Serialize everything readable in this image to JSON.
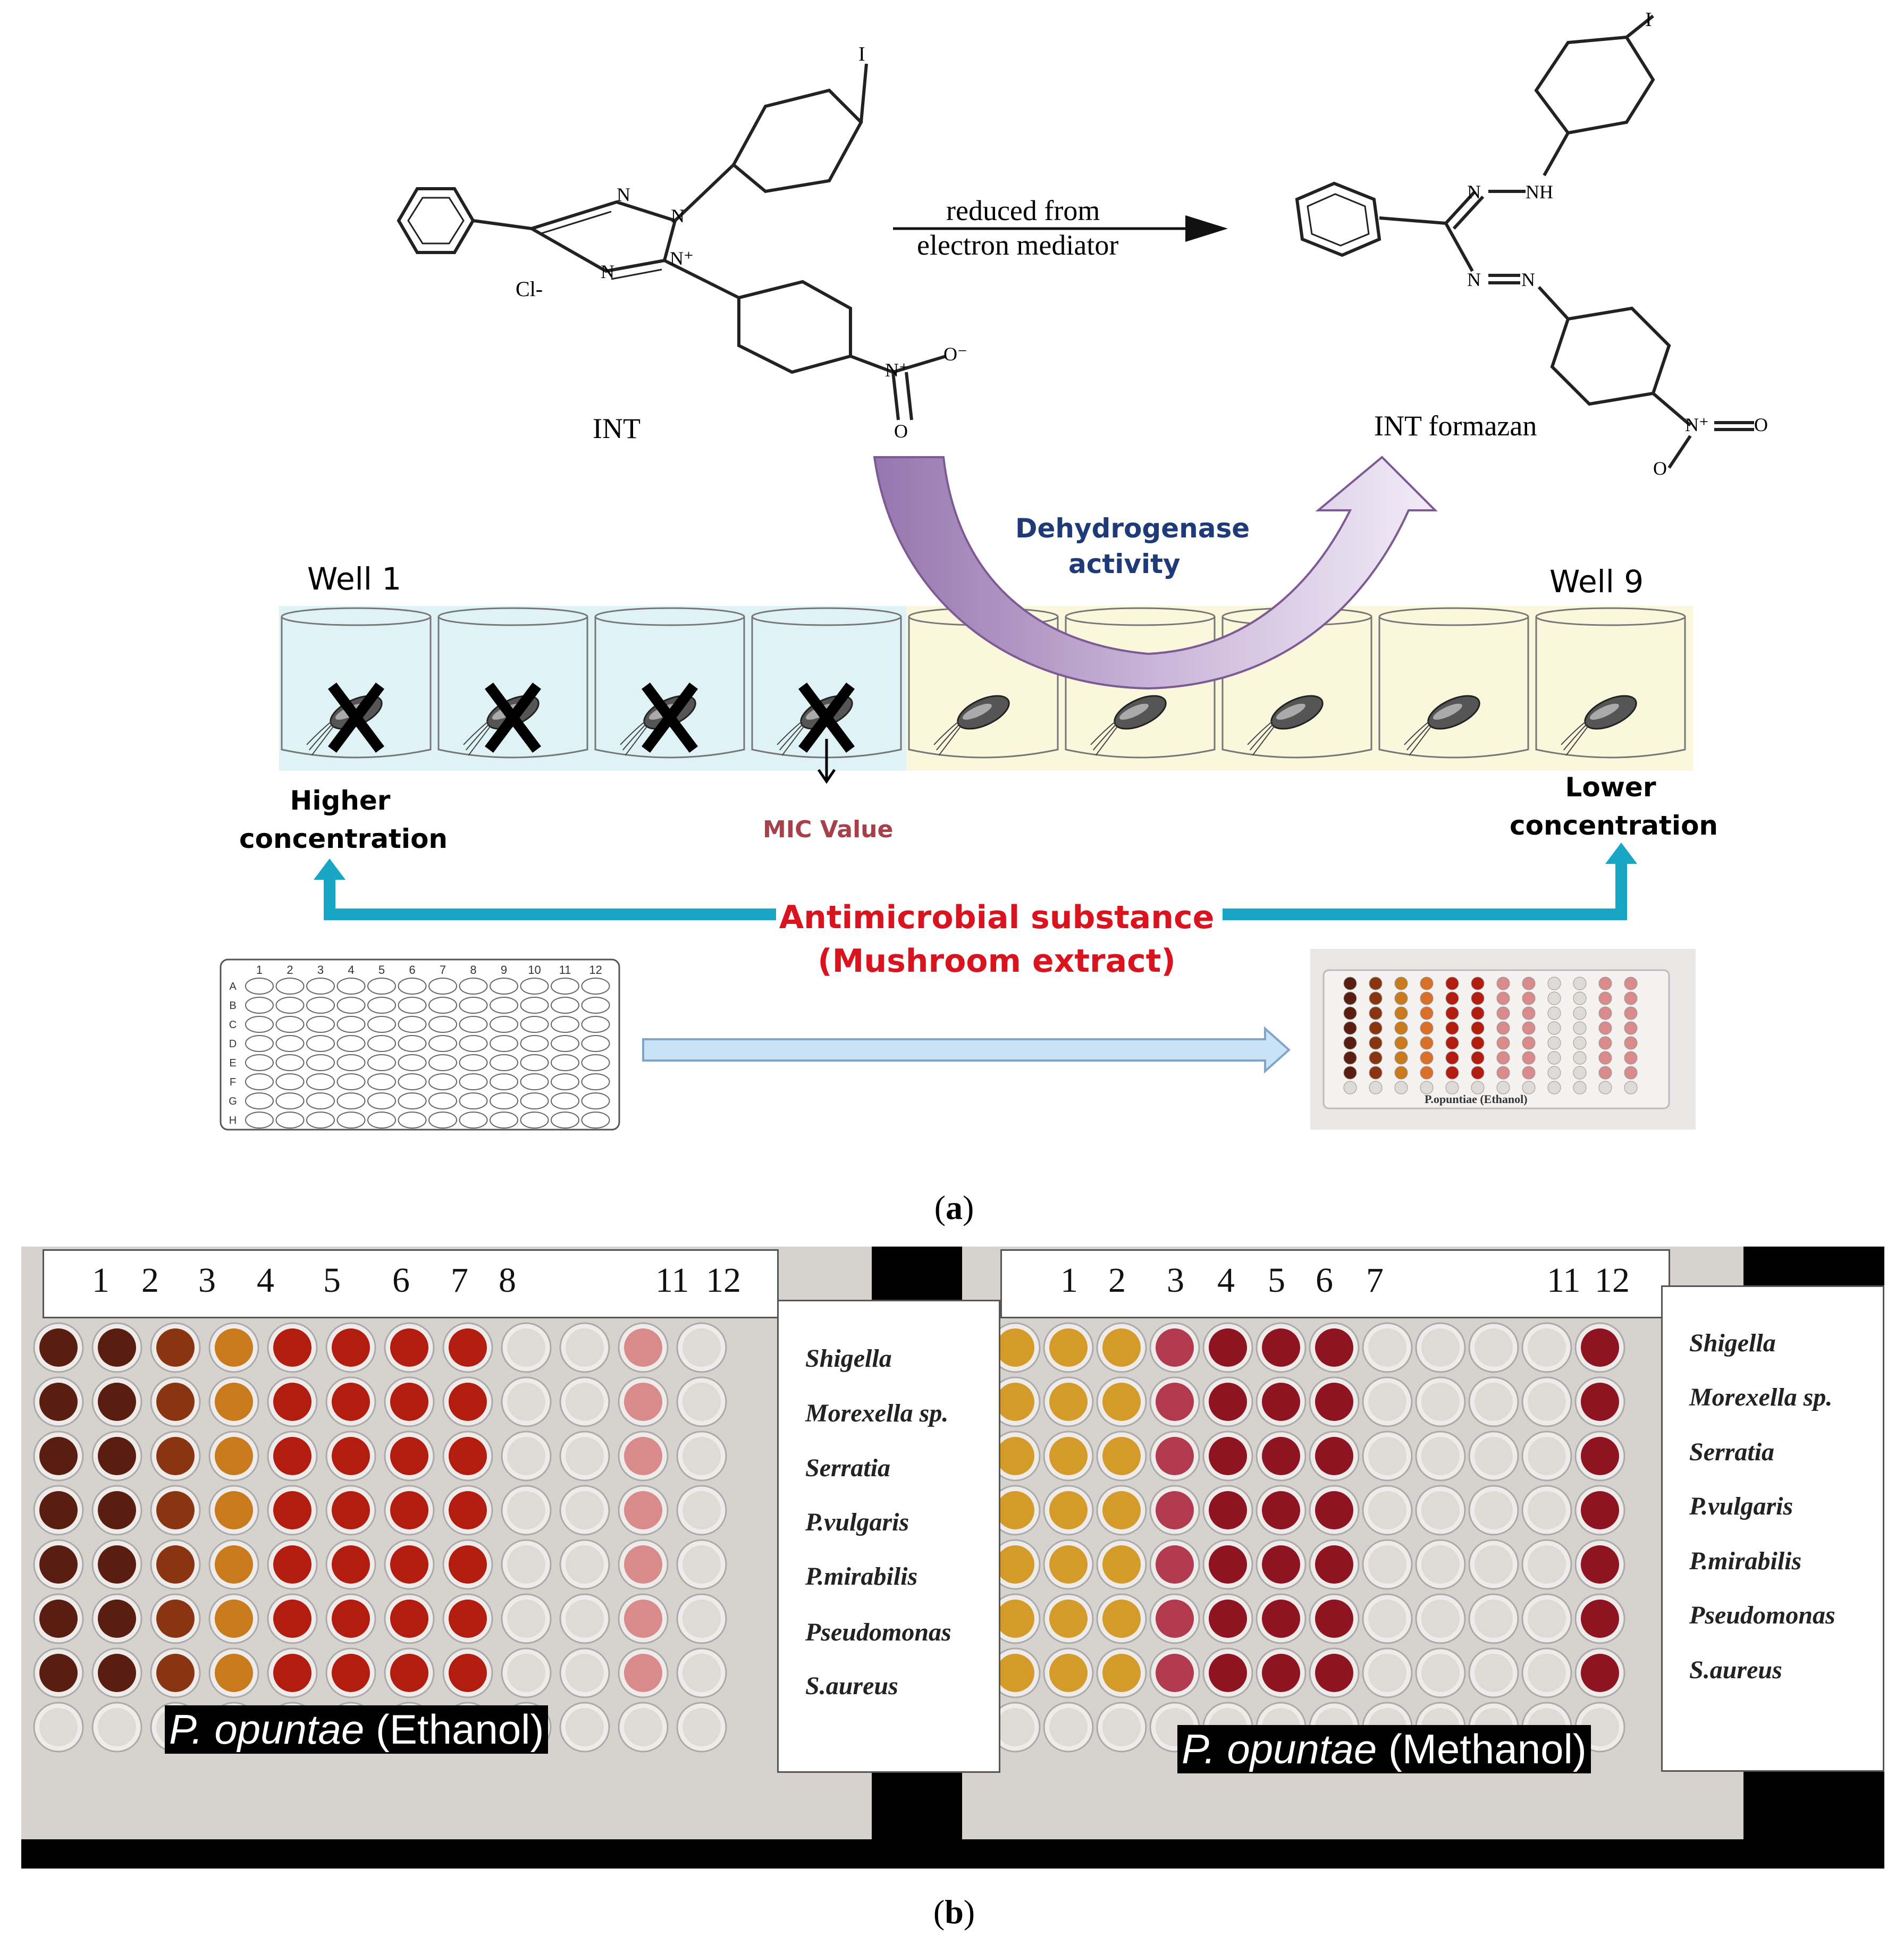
{
  "reaction": {
    "reactant_label": "INT",
    "product_label": "INT formazan",
    "arrow_text_line1": "reduced from",
    "arrow_text_line2": "electron mediator",
    "counter_ion": "Cl-",
    "enzyme_line1": "Dehydrogenase",
    "enzyme_line2": "activity",
    "atoms": {
      "I": "I",
      "N": "N",
      "N_plus": "N⁺",
      "NH": "NH",
      "O": "O",
      "O_minus": "O⁻"
    }
  },
  "wells": {
    "first_label": "Well 1",
    "last_label": "Well 9",
    "higher_line1": "Higher",
    "higher_line2": "concentration",
    "lower_line1": "Lower",
    "lower_line2": "concentration",
    "mic_label": "MIC Value",
    "substance_line1": "Antimicrobial substance",
    "substance_line2": "(Mushroom extract)",
    "inhibited_count": 4,
    "total_count": 9
  },
  "plate_schematic": {
    "columns": [
      "1",
      "2",
      "3",
      "4",
      "5",
      "6",
      "7",
      "8",
      "9",
      "10",
      "11",
      "12"
    ],
    "rows": [
      "A",
      "B",
      "C",
      "D",
      "E",
      "F",
      "G",
      "H"
    ]
  },
  "photo_small": {
    "caption": "P.opuntiae (Ethanol)"
  },
  "captions": {
    "a": "(a)",
    "b": "(b)",
    "a_letter": "a",
    "b_letter": "b"
  },
  "panel_b": {
    "left": {
      "column_numbers": [
        "1",
        "2",
        "3",
        "4",
        "5",
        "6",
        "7",
        "8",
        "11",
        "12"
      ],
      "species_name": "P. opuntae",
      "solvent": " (Ethanol)",
      "organisms": [
        "Shigella",
        "Morexella sp.",
        "Serratia",
        "P.vulgaris",
        "P.mirabilis",
        "Pseudomonas",
        "S.aureus"
      ]
    },
    "right": {
      "column_numbers": [
        "1",
        "2",
        "3",
        "4",
        "5",
        "6",
        "7",
        "11",
        "12"
      ],
      "species_name": "P. opuntae",
      "solvent": " (Methanol)",
      "organisms": [
        "Shigella",
        "Morexella sp.",
        "Serratia",
        "P.vulgaris",
        "P.mirabilis",
        "Pseudomonas",
        "S.aureus"
      ]
    }
  },
  "colors": {
    "inhibited_bg": "#dff3f7",
    "growth_bg": "#fbf7dc",
    "mic_text": "#a6404a",
    "substance_text": "#d9141e",
    "enzyme_text": "#1f3a78",
    "teal_arrow": "#19a5c4",
    "blue_arrow": "#c9e2f6",
    "purple_arrow": "#b89cc8"
  }
}
